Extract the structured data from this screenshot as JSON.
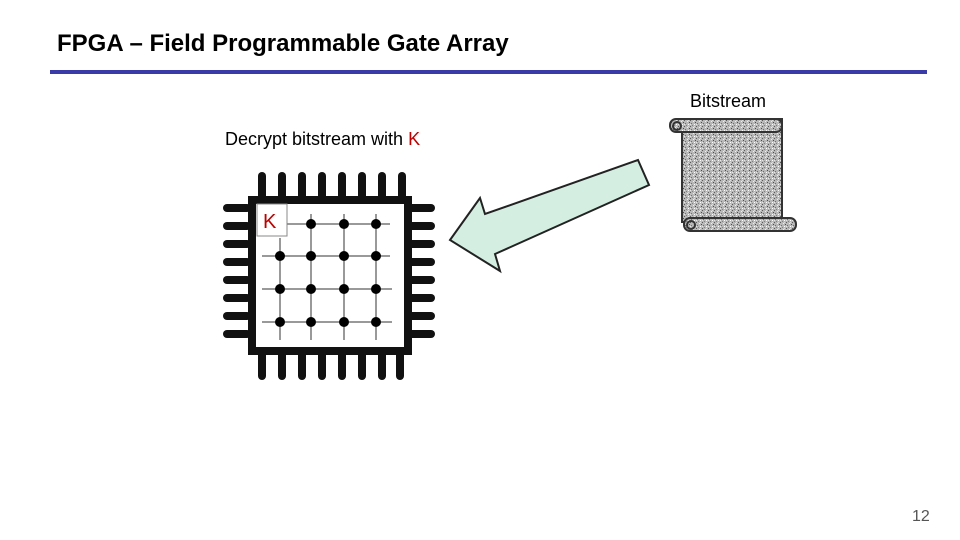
{
  "slide": {
    "title": "FPGA – Field Programmable Gate Array",
    "page_number": "12"
  },
  "labels": {
    "bitstream": "Bitstream",
    "decrypt_prefix": "Decrypt bitstream with ",
    "decrypt_key": "K",
    "chip_key": "K"
  },
  "colors": {
    "title_rule": "#3a3aa8",
    "key_red": "#c00000",
    "arrow_fill": "#d4efe2"
  }
}
